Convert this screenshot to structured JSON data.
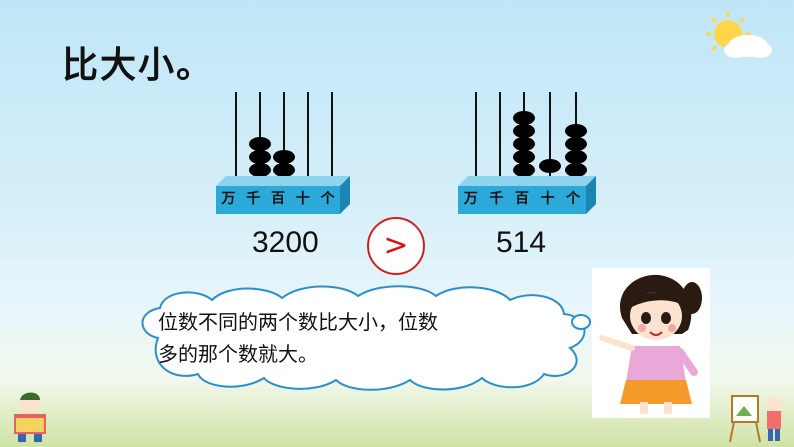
{
  "slide": {
    "title": "比大小。",
    "abacus_left": {
      "place_labels": [
        "万",
        "千",
        "百",
        "十",
        "个"
      ],
      "beads": [
        0,
        3,
        2,
        0,
        0
      ],
      "number": "3200"
    },
    "comparison_sign": ">",
    "abacus_right": {
      "place_labels": [
        "万",
        "千",
        "百",
        "十",
        "个"
      ],
      "beads": [
        0,
        0,
        5,
        1,
        4
      ],
      "number": "514"
    },
    "note_lines": [
      "位数不同的两个数比大小，位数",
      "多的那个数就大。"
    ]
  },
  "colors": {
    "bead": "#000000",
    "box_front": "#2ba9d8",
    "box_side": "#1b86b3",
    "sign_border": "#cc2222"
  }
}
